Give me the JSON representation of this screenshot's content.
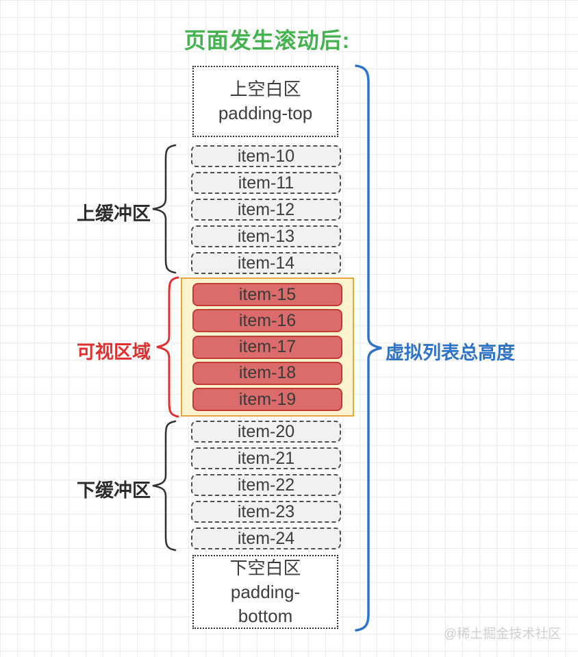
{
  "title": {
    "text": "页面发生滚动后:"
  },
  "diagram": {
    "top_spacer": {
      "line1": "上空白区",
      "line2": "padding-top"
    },
    "buffer_top": {
      "label": "上缓冲区",
      "items": [
        "item-10",
        "item-11",
        "item-12",
        "item-13",
        "item-14"
      ]
    },
    "visible": {
      "label": "可视区域",
      "items": [
        "item-15",
        "item-16",
        "item-17",
        "item-18",
        "item-19"
      ]
    },
    "buffer_bottom": {
      "label": "下缓冲区",
      "items": [
        "item-20",
        "item-21",
        "item-22",
        "item-23",
        "item-24"
      ]
    },
    "bottom_spacer": {
      "line1": "下空白区",
      "line2": "padding-",
      "line3": "bottom"
    },
    "total_height_label": "虚拟列表总高度"
  },
  "watermark": "@稀土掘金技术社区",
  "colors": {
    "title_green": "#44b24e",
    "visible_label_red": "#e12e2e",
    "total_height_blue": "#2e73c6",
    "visible_item_fill": "#dc6b6b",
    "visible_item_border": "#c23b31",
    "visible_container_fill": "#fcf3cf",
    "visible_container_border": "#e8a33d",
    "buffer_item_fill": "#f1f1f1",
    "buffer_item_border": "#4d4d4d",
    "spacer_border": "#2f2f2f",
    "brace_dark": "#333333",
    "watermark_gray": "#cfcfcf"
  }
}
